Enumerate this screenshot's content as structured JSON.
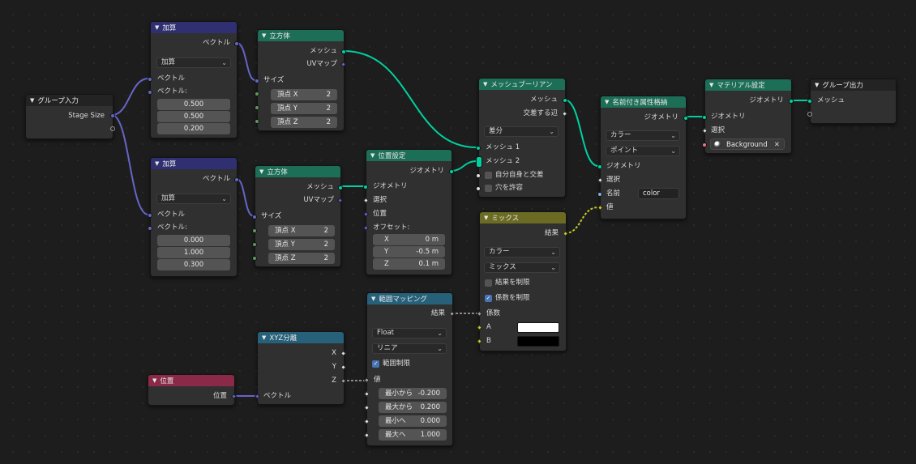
{
  "colors": {
    "background": "#1d1d1d",
    "node_body": "#303030",
    "math_header": "#2f2f72",
    "geometry_header": "#1d6e57",
    "input_header": "#8a2a48",
    "converter_header": "#266079",
    "mix_header": "#6b6b24",
    "geometry_wire": "#00d0a0",
    "vector_wire": "#6565c8"
  },
  "icons": {
    "collapse": "chevron-down-icon",
    "dropdown": "chevron-down-icon",
    "material": "material-sphere-icon",
    "clear": "close-icon",
    "check": "checkmark-icon"
  },
  "group_input": {
    "title": "グループ入力",
    "stage_size": "Stage Size"
  },
  "add1": {
    "title": "加算",
    "out": "ベクトル",
    "op": "加算",
    "in1": "ベクトル",
    "in2": "ベクトル:",
    "v1": "0.500",
    "v2": "0.500",
    "v3": "0.200"
  },
  "add2": {
    "title": "加算",
    "out": "ベクトル",
    "op": "加算",
    "in1": "ベクトル",
    "in2": "ベクトル:",
    "v1": "0.000",
    "v2": "1.000",
    "v3": "0.300"
  },
  "cube1": {
    "title": "立方体",
    "mesh": "メッシュ",
    "uv": "UVマップ",
    "size": "サイズ",
    "vx_label": "頂点 X",
    "vx": "2",
    "vy_label": "頂点 Y",
    "vy": "2",
    "vz_label": "頂点 Z",
    "vz": "2"
  },
  "cube2": {
    "title": "立方体",
    "mesh": "メッシュ",
    "uv": "UVマップ",
    "size": "サイズ",
    "vx_label": "頂点 X",
    "vx": "2",
    "vy_label": "頂点 Y",
    "vy": "2",
    "vz_label": "頂点 Z",
    "vz": "2"
  },
  "set_pos": {
    "title": "位置設定",
    "out_geo": "ジオメトリ",
    "in_geo": "ジオメトリ",
    "sel": "選択",
    "pos": "位置",
    "offset": "オフセット:",
    "x_label": "X",
    "x": "0 m",
    "y_label": "Y",
    "y": "-0.5 m",
    "z_label": "Z",
    "z": "0.1 m"
  },
  "boolean": {
    "title": "メッシュブーリアン",
    "mesh": "メッシュ",
    "edges": "交差する辺",
    "mode": "差分",
    "mesh1": "メッシュ 1",
    "mesh2": "メッシュ 2",
    "self": "自分自身と交差",
    "holes": "穴を許容"
  },
  "store": {
    "title": "名前付き属性格納",
    "out_geo": "ジオメトリ",
    "type": "カラー",
    "domain": "ポイント",
    "in_geo": "ジオメトリ",
    "sel": "選択",
    "name_label": "名前",
    "name": "color",
    "value": "値"
  },
  "mat": {
    "title": "マテリアル設定",
    "out_geo": "ジオメトリ",
    "in_geo": "ジオメトリ",
    "sel": "選択",
    "material": "Background"
  },
  "group_out": {
    "title": "グループ出力",
    "mesh": "メッシュ"
  },
  "mix": {
    "title": "ミックス",
    "result": "結果",
    "type": "カラー",
    "blend": "ミックス",
    "clamp_result": "結果を制限",
    "clamp_factor": "係数を制限",
    "factor": "係数",
    "a": "A",
    "b": "B",
    "a_color": "#ffffff",
    "b_color": "#000000"
  },
  "map_range": {
    "title": "範囲マッピング",
    "result": "結果",
    "dtype": "Float",
    "interp": "リニア",
    "clamp": "範囲制限",
    "value": "値",
    "from_min_label": "最小から",
    "from_min": "-0.200",
    "from_max_label": "最大から",
    "from_max": "0.200",
    "to_min_label": "最小へ",
    "to_min": "0.000",
    "to_max_label": "最大へ",
    "to_max": "1.000"
  },
  "sep_xyz": {
    "title": "XYZ分離",
    "x": "X",
    "y": "Y",
    "z": "Z",
    "vec": "ベクトル"
  },
  "position": {
    "title": "位置",
    "out": "位置"
  }
}
